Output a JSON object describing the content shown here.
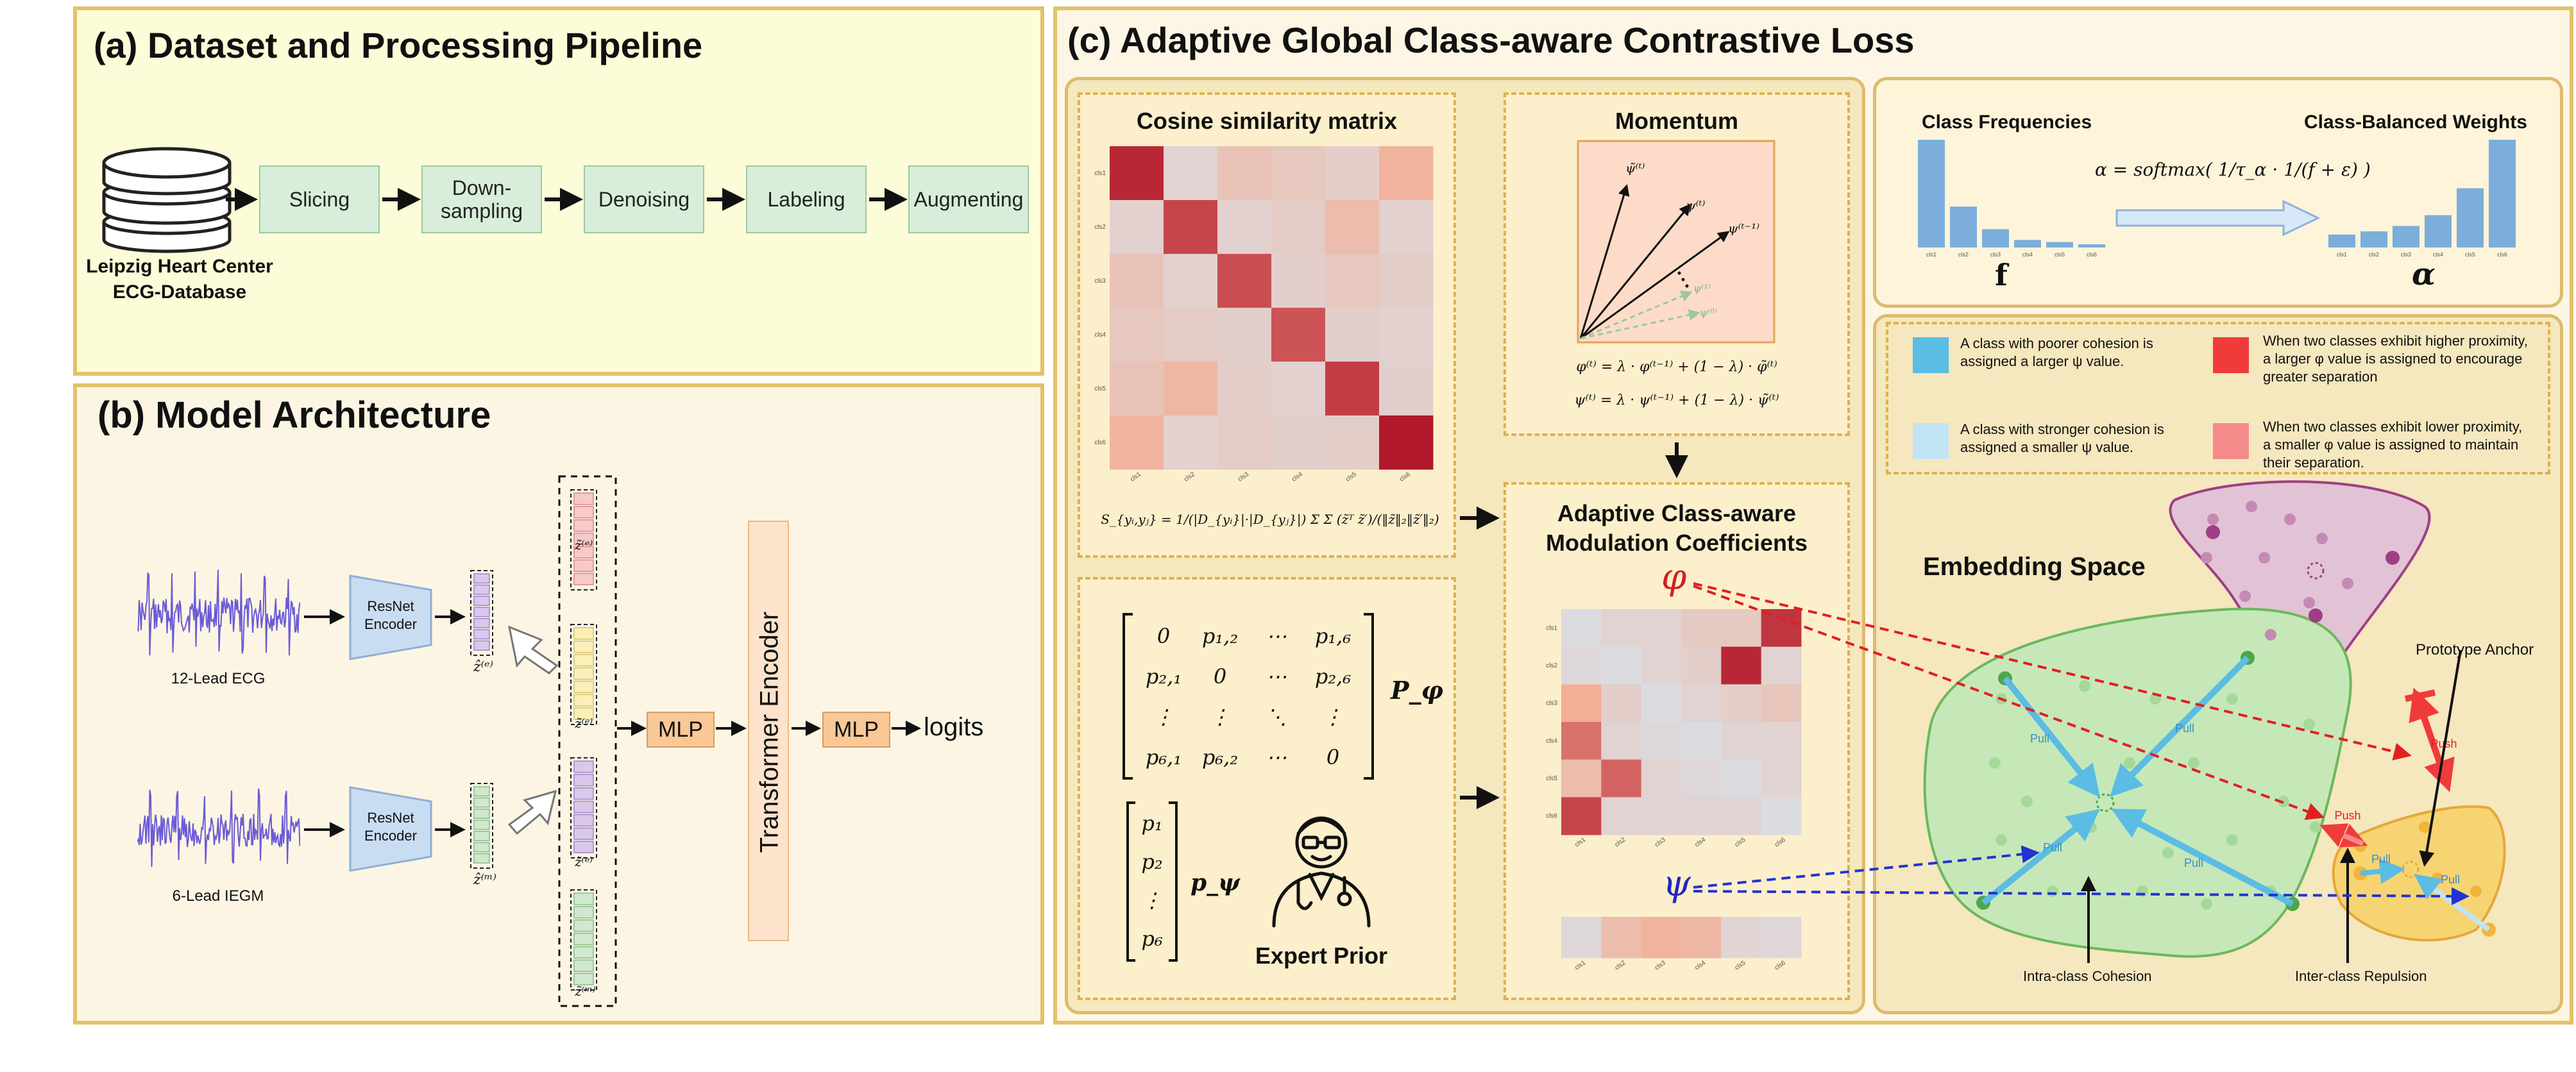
{
  "panel_a": {
    "title": "(a) Dataset and Processing Pipeline",
    "database_label_line1": "Leipzig Heart Center",
    "database_label_line2": "ECG-Database",
    "steps": [
      "Slicing",
      "Down-\nsampling",
      "Denoising",
      "Labeling",
      "Augmenting"
    ]
  },
  "panel_b": {
    "title": "(b) Model Architecture",
    "ecg_label": "12-Lead ECG",
    "iegm_label": "6-Lead IEGM",
    "encoder_label_line1": "ResNet",
    "encoder_label_line2": "Encoder",
    "z_e": "ẑ⁽ᵉ⁾",
    "z_m": "ẑ⁽ᵐ⁾",
    "z_tilde_e": "z̃⁽ᵉ⁾",
    "z_tilde_m": "z̃⁽ᵐ⁾",
    "mlp": "MLP",
    "transformer": "Transformer Encoder",
    "logits": "logits"
  },
  "panel_c": {
    "title": "(c) Adaptive Global Class-aware Contrastive Loss",
    "cosine_title": "Cosine similarity matrix",
    "cosine_formula": "S_{yᵢ,yⱼ} = 1/(|D_{yᵢ}|·|D_{yⱼ}|) Σ Σ (z̃ᵀ z̃′)/(‖z̃‖₂‖z̃′‖₂)",
    "class_ticks": [
      "cls1",
      "cls2",
      "cls3",
      "cls4",
      "cls5",
      "cls6"
    ],
    "momentum_title": "Momentum",
    "momentum_vectors": [
      "ψ̃⁽ᵗ⁾",
      "ψ⁽ᵗ⁾",
      "ψ⁽ᵗ⁻¹⁾",
      "ψ⁽¹⁾",
      "ψ⁽⁰⁾"
    ],
    "momentum_eq1": "φ⁽ᵗ⁾ = λ · φ⁽ᵗ⁻¹⁾ + (1 − λ) · φ̃⁽ᵗ⁾",
    "momentum_eq2": "ψ⁽ᵗ⁾ = λ · ψ⁽ᵗ⁻¹⁾ + (1 − λ) · ψ̃⁽ᵗ⁾",
    "matrix_rows": [
      [
        "0",
        "p₁,₂",
        "⋯",
        "p₁,₆"
      ],
      [
        "p₂,₁",
        "0",
        "⋯",
        "p₂,₆"
      ],
      [
        "⋮",
        "⋮",
        "⋱",
        "⋮"
      ],
      [
        "p₆,₁",
        "p₆,₂",
        "⋯",
        "0"
      ]
    ],
    "matrix_label": "P_φ",
    "vector_rows": [
      "p₁",
      "p₂",
      "⋮",
      "p₆"
    ],
    "vector_label": "p_ψ",
    "expert_prior": "Expert Prior",
    "adaptive_title_line1": "Adaptive Class-aware",
    "adaptive_title_line2": "Modulation Coefficients",
    "phi": "φ",
    "psi": "ψ",
    "class_freq_title": "Class Frequencies",
    "class_bal_title": "Class-Balanced Weights",
    "softmax_formula": "α = softmax( 1/τ_α · 1/(f + ε) )",
    "f_label": "f",
    "alpha_label": "α",
    "legend": [
      {
        "text_line1": "A class with poorer cohesion is",
        "text_line2": "assigned a larger ψ value.",
        "color": "#5BBCE4"
      },
      {
        "text_line1": "A class with stronger cohesion is",
        "text_line2": "assigned a smaller ψ value.",
        "color": "#C2E3F4"
      },
      {
        "text_line1": "When two classes exhibit higher proximity,",
        "text_line2": "a larger φ value is assigned to encourage",
        "text_line3": "greater separation",
        "color": "#F03B3B"
      },
      {
        "text_line1": "When two classes exhibit lower proximity,",
        "text_line2": "a smaller φ value is assigned to maintain",
        "text_line3": "their separation.",
        "color": "#F58A8A"
      }
    ],
    "embedding_title": "Embedding Space",
    "prototype_anchor": "Prototype Anchor",
    "pull": "Pull",
    "push": "Push",
    "intra_class": "Intra-class Cohesion",
    "inter_class": "Inter-class Repulsion"
  },
  "chart_data": [
    {
      "type": "heatmap",
      "title": "Cosine similarity matrix",
      "categories": [
        "cls1",
        "cls2",
        "cls3",
        "cls4",
        "cls5",
        "cls6"
      ],
      "values": [
        [
          0.95,
          0.1,
          0.28,
          0.22,
          0.15,
          0.45
        ],
        [
          0.12,
          0.85,
          0.12,
          0.18,
          0.35,
          0.12
        ],
        [
          0.28,
          0.12,
          0.82,
          0.14,
          0.22,
          0.16
        ],
        [
          0.22,
          0.18,
          0.14,
          0.8,
          0.14,
          0.12
        ],
        [
          0.28,
          0.4,
          0.15,
          0.12,
          0.88,
          0.14
        ],
        [
          0.45,
          0.12,
          0.18,
          0.14,
          0.16,
          1.0
        ]
      ]
    },
    {
      "type": "heatmap",
      "title": "φ",
      "categories": [
        "cls1",
        "cls2",
        "cls3",
        "cls4",
        "cls5",
        "cls6"
      ],
      "values": [
        [
          0.0,
          0.1,
          0.1,
          0.2,
          0.2,
          0.9
        ],
        [
          0.05,
          0.0,
          0.1,
          0.15,
          0.95,
          0.1
        ],
        [
          0.5,
          0.15,
          0.0,
          0.1,
          0.15,
          0.25
        ],
        [
          0.7,
          0.1,
          0.05,
          0.0,
          0.1,
          0.1
        ],
        [
          0.35,
          0.75,
          0.1,
          0.05,
          0.0,
          0.1
        ],
        [
          0.85,
          0.1,
          0.1,
          0.1,
          0.1,
          0.0
        ]
      ]
    },
    {
      "type": "heatmap",
      "title": "ψ",
      "categories": [
        "cls1",
        "cls2",
        "cls3",
        "cls4",
        "cls5",
        "cls6"
      ],
      "values": [
        [
          0.05,
          0.35,
          0.45,
          0.4,
          0.08,
          0.06
        ]
      ]
    },
    {
      "type": "bar",
      "title": "Class Frequencies",
      "categories": [
        "cls1",
        "cls2",
        "cls3",
        "cls4",
        "cls5",
        "cls6"
      ],
      "values": [
        1.0,
        0.38,
        0.17,
        0.07,
        0.05,
        0.03
      ]
    },
    {
      "type": "bar",
      "title": "Class-Balanced Weights",
      "categories": [
        "cls1",
        "cls2",
        "cls3",
        "cls4",
        "cls5",
        "cls6"
      ],
      "values": [
        0.12,
        0.15,
        0.2,
        0.3,
        0.55,
        1.0
      ]
    }
  ]
}
